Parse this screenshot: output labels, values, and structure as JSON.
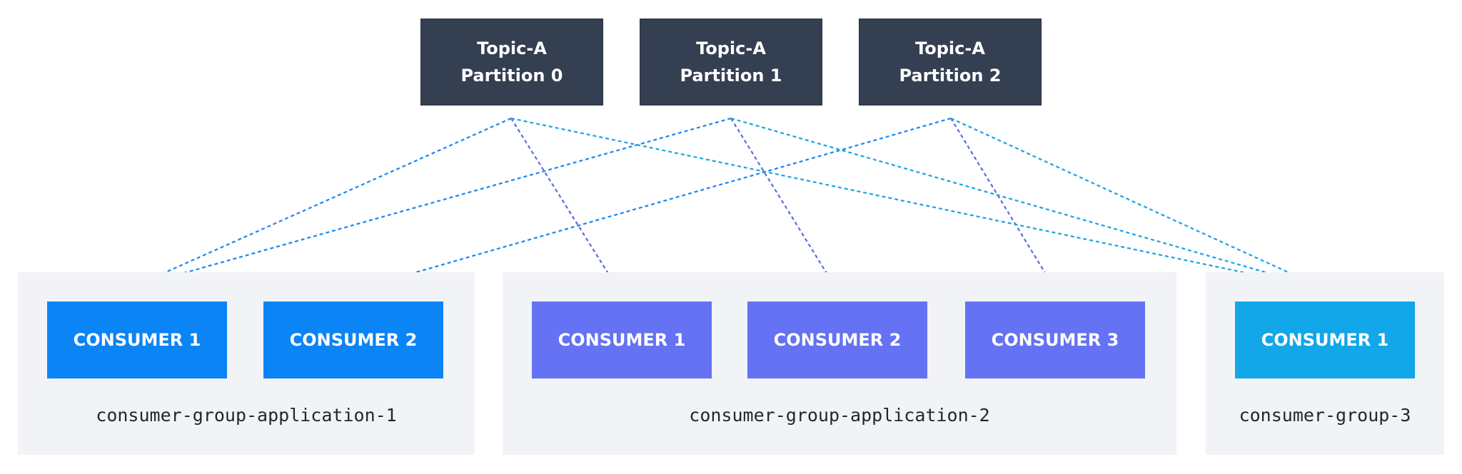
{
  "topics": [
    {
      "line1": "Topic-A",
      "line2": "Partition 0"
    },
    {
      "line1": "Topic-A",
      "line2": "Partition 1"
    },
    {
      "line1": "Topic-A",
      "line2": "Partition 2"
    }
  ],
  "groups": [
    {
      "label": "consumer-group-application-1",
      "consumers": [
        "CONSUMER 1",
        "CONSUMER 2"
      ]
    },
    {
      "label": "consumer-group-application-2",
      "consumers": [
        "CONSUMER 1",
        "CONSUMER 2",
        "CONSUMER 3"
      ]
    },
    {
      "label": "consumer-group-3",
      "consumers": [
        "CONSUMER 1"
      ]
    }
  ],
  "colors": {
    "topic_bg": "#343f51",
    "group1_consumer": "#0b84f6",
    "group2_consumer": "#6472f3",
    "group3_consumer": "#11a7e8",
    "group_bg": "#f2f3f7",
    "arrow_group1": "#1a86f0",
    "arrow_group2": "#5b6ae8",
    "arrow_group3": "#1ba3e0"
  }
}
